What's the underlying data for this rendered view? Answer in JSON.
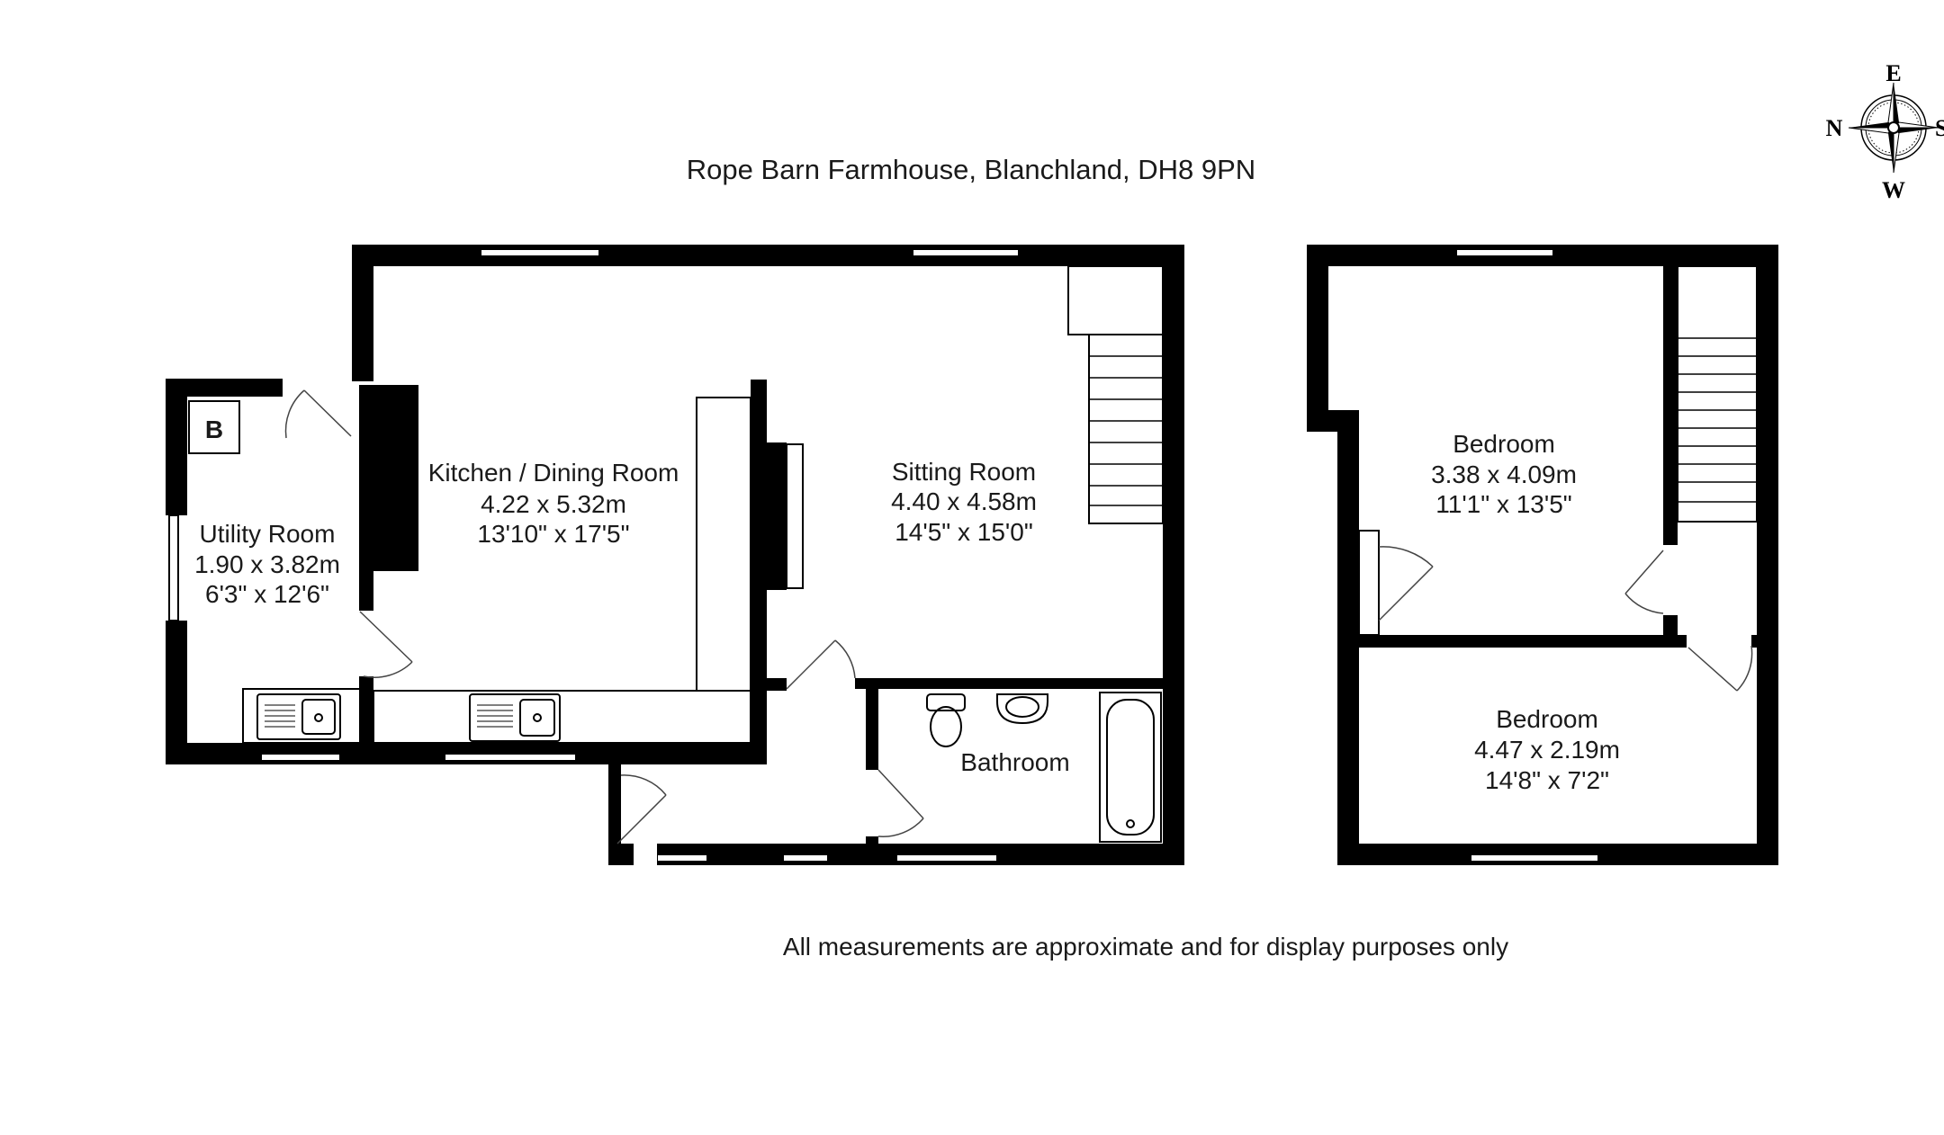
{
  "title": "Rope Barn Farmhouse, Blanchland, DH8 9PN",
  "footer_note": "All measurements are approximate and for display purposes only",
  "boiler_label": "B",
  "compass": {
    "north": "N",
    "east": "E",
    "west": "W",
    "south": "S"
  },
  "rooms": {
    "kitchen": {
      "name": "Kitchen / Dining Room",
      "metric": "4.22 x 5.32m",
      "imperial": "13'10\" x 17'5\""
    },
    "sitting": {
      "name": "Sitting Room",
      "metric": "4.40 x 4.58m",
      "imperial": "14'5\" x 15'0\""
    },
    "utility": {
      "name": "Utility Room",
      "metric": "1.90 x 3.82m",
      "imperial": "6'3\" x 12'6\""
    },
    "bathroom": {
      "name": "Bathroom"
    },
    "bedroom1": {
      "name": "Bedroom",
      "metric": "3.38 x 4.09m",
      "imperial": "11'1\" x 13'5\""
    },
    "bedroom2": {
      "name": "Bedroom",
      "metric": "4.47 x 2.19m",
      "imperial": "14'8\" x 7'2\""
    }
  }
}
